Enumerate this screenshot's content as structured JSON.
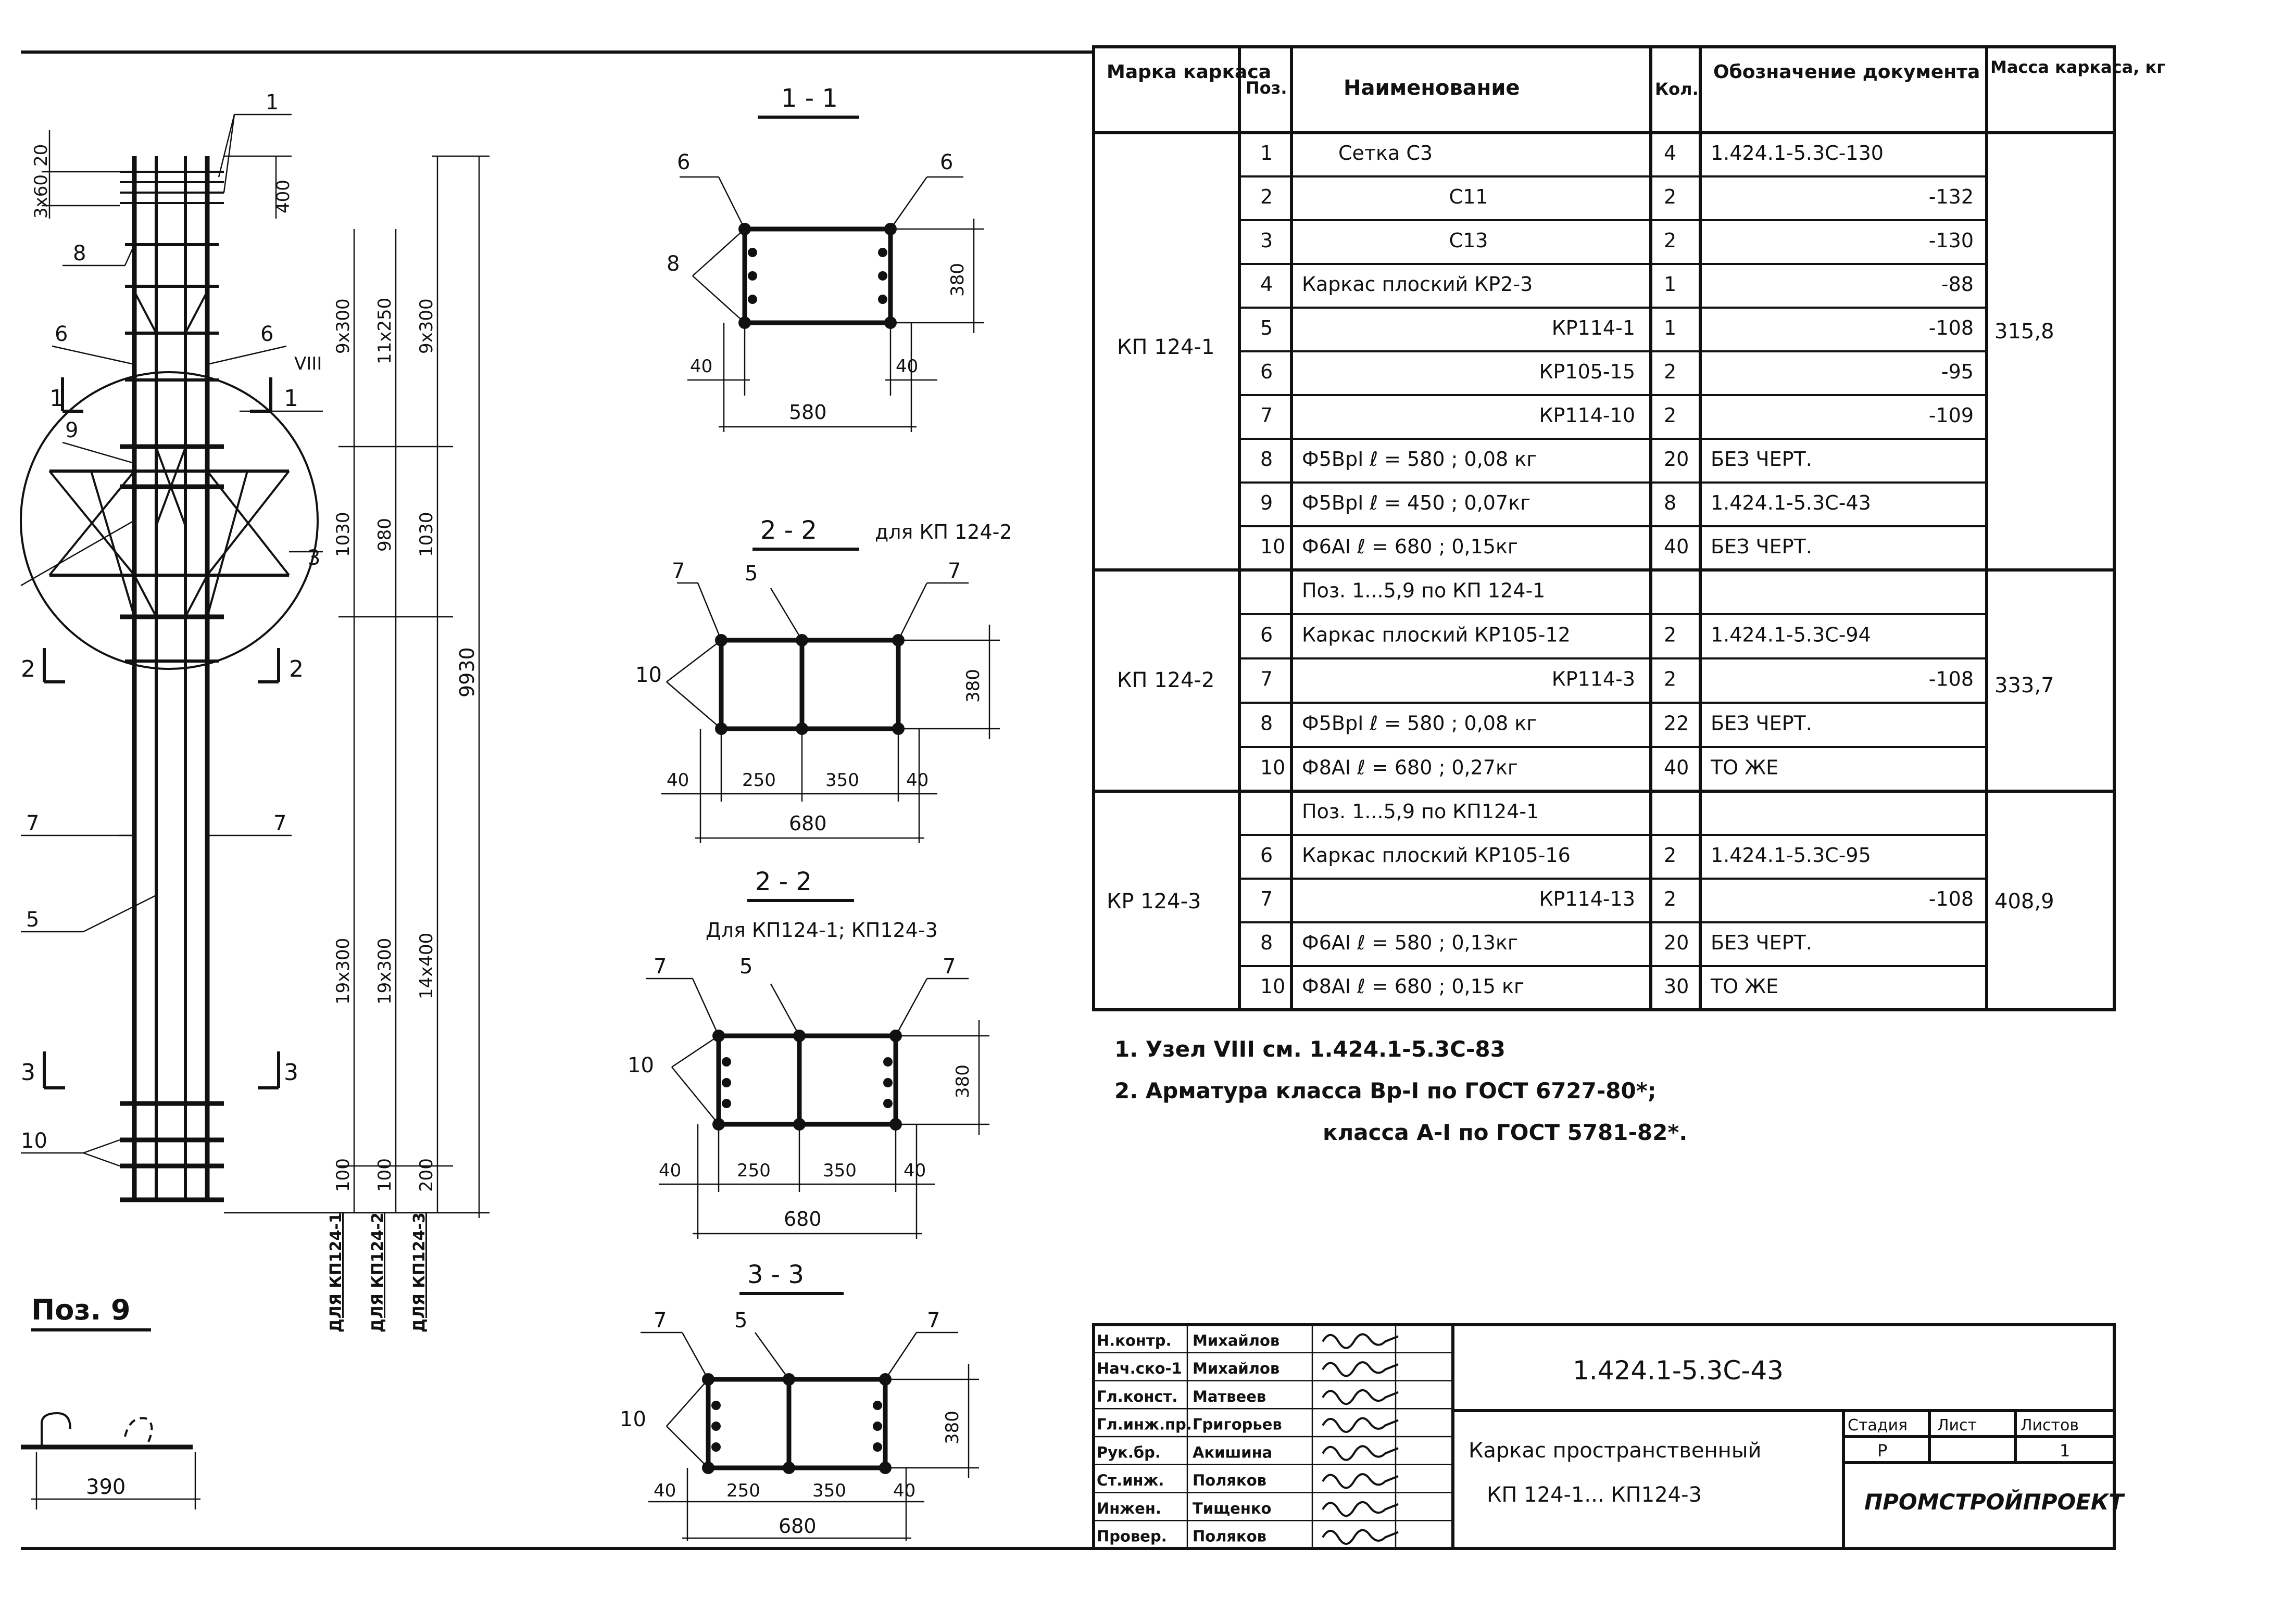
{
  "elevation": {
    "callouts": [
      "1",
      "8",
      "6",
      "6",
      "9",
      "3",
      "7",
      "7",
      "5",
      "10"
    ],
    "node_label": "VIII",
    "section_marks": [
      "1",
      "1",
      "2",
      "2",
      "3",
      "3"
    ],
    "dims_left": [
      "20",
      "3x60"
    ],
    "dim_top": "400",
    "dims_col1": [
      "9x300",
      "1030",
      "19x300",
      "100"
    ],
    "dims_col2": [
      "11x250",
      "980",
      "19x300",
      "100"
    ],
    "dims_col3": [
      "9x300",
      "1030",
      "14x400",
      "200"
    ],
    "dim_total": "9930",
    "dim_labels": [
      "ДЛЯ КП124-1",
      "ДЛЯ КП124-2",
      "ДЛЯ КП124-3"
    ]
  },
  "pos9": {
    "title": "Поз. 9",
    "dim": "390"
  },
  "sections": [
    {
      "title": "1 - 1",
      "subtitle": "",
      "callouts": [
        "6",
        "6",
        "8"
      ],
      "dims": [
        "380",
        "40",
        "40",
        "580"
      ]
    },
    {
      "title": "2 - 2",
      "subtitle": "для КП 124-2",
      "callouts": [
        "7",
        "5",
        "7",
        "10"
      ],
      "dims": [
        "380",
        "40",
        "250",
        "350",
        "40",
        "680"
      ]
    },
    {
      "title": "2 - 2",
      "subtitle": "Для КП124-1; КП124-3",
      "callouts": [
        "7",
        "5",
        "7",
        "10"
      ],
      "dims": [
        "380",
        "40",
        "250",
        "350",
        "40",
        "680"
      ]
    },
    {
      "title": "3 - 3",
      "subtitle": "",
      "callouts": [
        "7",
        "5",
        "7",
        "10"
      ],
      "dims": [
        "380",
        "40",
        "250",
        "350",
        "40",
        "680"
      ]
    }
  ],
  "spec_table": {
    "headers": [
      "Марка каркаса",
      "Поз.",
      "Наименование",
      "Кол.",
      "Обозначение документа",
      "Масса каркаса, кг"
    ],
    "groups": [
      {
        "mark": "КП 124-1",
        "mass": "315,8",
        "rows": [
          [
            "1",
            "Сетка С3",
            "4",
            "1.424.1-5.3С-130"
          ],
          [
            "2",
            "С11",
            "2",
            "-132"
          ],
          [
            "3",
            "С13",
            "2",
            "-130"
          ],
          [
            "4",
            "Каркас плоский КР2-3",
            "1",
            "-88"
          ],
          [
            "5",
            "КР114-1",
            "1",
            "-108"
          ],
          [
            "6",
            "КР105-15",
            "2",
            "-95"
          ],
          [
            "7",
            "КР114-10",
            "2",
            "-109"
          ],
          [
            "8",
            "Ф5ВрI ℓ = 580 ; 0,08 кг",
            "20",
            "БЕЗ ЧЕРТ."
          ],
          [
            "9",
            "Ф5ВрI ℓ = 450 ; 0,07кг",
            "8",
            "1.424.1-5.3С-43"
          ],
          [
            "10",
            "Ф6АI ℓ = 680 ; 0,15кг",
            "40",
            "БЕЗ ЧЕРТ."
          ]
        ]
      },
      {
        "mark": "КП 124-2",
        "mass": "333,7",
        "rows": [
          [
            "",
            "Поз. 1...5,9 по КП 124-1",
            "",
            ""
          ],
          [
            "6",
            "Каркас плоский КР105-12",
            "2",
            "1.424.1-5.3С-94"
          ],
          [
            "7",
            "КР114-3",
            "2",
            "-108"
          ],
          [
            "8",
            "Ф5ВрI ℓ = 580 ; 0,08 кг",
            "22",
            "БЕЗ ЧЕРТ."
          ],
          [
            "10",
            "Ф8АI ℓ = 680 ; 0,27кг",
            "40",
            "ТО ЖЕ"
          ]
        ]
      },
      {
        "mark": "КР 124-3",
        "mass": "408,9",
        "rows": [
          [
            "",
            "Поз. 1...5,9 по КП124-1",
            "",
            ""
          ],
          [
            "6",
            "Каркас плоский КР105-16",
            "2",
            "1.424.1-5.3С-95"
          ],
          [
            "7",
            "КР114-13",
            "2",
            "-108"
          ],
          [
            "8",
            "Ф6АI ℓ = 580 ; 0,13кг",
            "20",
            "БЕЗ ЧЕРТ."
          ],
          [
            "10",
            "Ф8АI ℓ = 680 ; 0,15 кг",
            "30",
            "ТО ЖЕ"
          ]
        ]
      }
    ]
  },
  "notes": [
    "1. Узел VIII см. 1.424.1-5.3С-83",
    "2. Арматура класса Вр-I по ГОСТ 6727-80*;",
    "класса А-I по ГОСТ 5781-82*."
  ],
  "title_block": {
    "code": "1.424.1-5.3С-43",
    "name_line1": "Каркас пространственный",
    "name_line2": "КП 124-1... КП124-3",
    "stage_headers": [
      "Стадия",
      "Лист",
      "Листов"
    ],
    "stage_values": [
      "Р",
      "",
      "1"
    ],
    "org": "ПРОМСТРОЙПРОЕКТ",
    "signers": [
      [
        "Н.контр.",
        "Михайлов"
      ],
      [
        "Нач.ско-1",
        "Михайлов"
      ],
      [
        "Гл.конст.",
        "Матвеев"
      ],
      [
        "Гл.инж.пр.",
        "Григорьев"
      ],
      [
        "Рук.бр.",
        "Акишина"
      ],
      [
        "Ст.инж.",
        "Поляков"
      ],
      [
        "Инжен.",
        "Тищенко"
      ],
      [
        "Провер.",
        "Поляков"
      ]
    ]
  }
}
